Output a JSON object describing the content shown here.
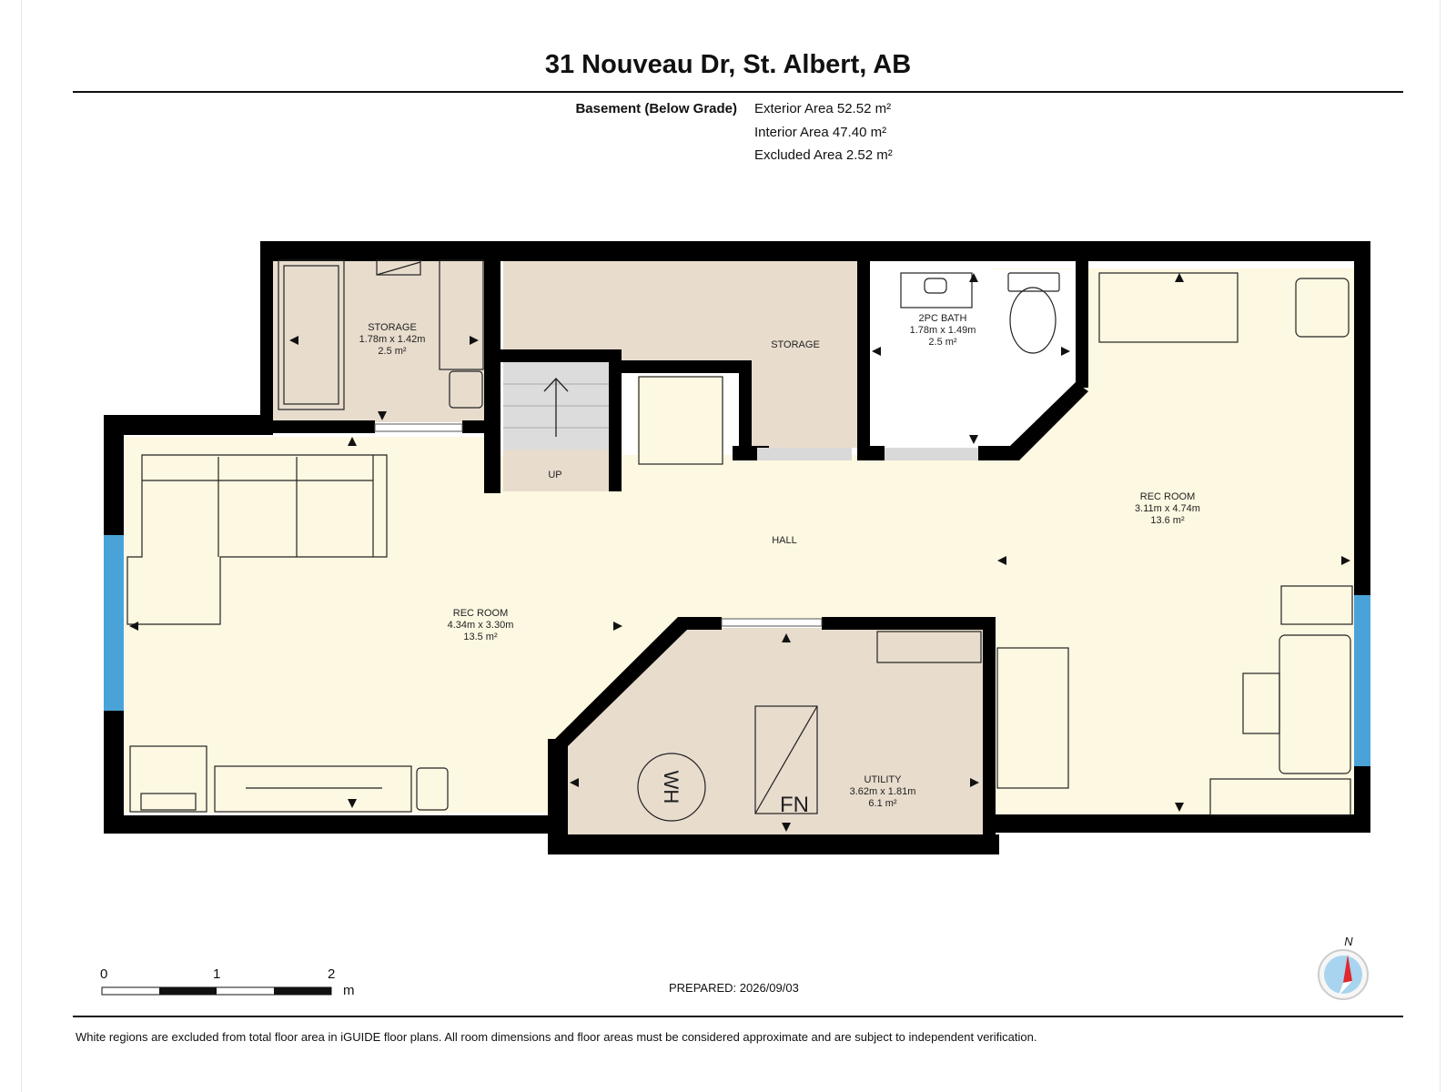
{
  "header": {
    "title": "31 Nouveau Dr, St. Albert, AB"
  },
  "summary": {
    "level": "Basement (Below Grade)",
    "exterior_area": "Exterior Area 52.52 m²",
    "interior_area": "Interior Area 47.40 m²",
    "excluded_area": "Excluded Area 2.52 m²"
  },
  "rooms": {
    "storage_small": {
      "name": "STORAGE",
      "dims": "1.78m x 1.42m",
      "area": "2.5 m²"
    },
    "storage_large": {
      "name": "STORAGE"
    },
    "bath": {
      "name": "2PC BATH",
      "dims": "1.78m x 1.49m",
      "area": "2.5 m²"
    },
    "rec_room_right": {
      "name": "REC ROOM",
      "dims": "3.11m x 4.74m",
      "area": "13.6 m²"
    },
    "rec_room_left": {
      "name": "REC ROOM",
      "dims": "4.34m x 3.30m",
      "area": "13.5 m²"
    },
    "hall": {
      "name": "HALL"
    },
    "stairs": {
      "name": "UP"
    },
    "utility": {
      "name": "UTILITY",
      "dims": "3.62m x 1.81m",
      "area": "6.1 m²"
    },
    "water_heater": "WH",
    "furnace": "FN"
  },
  "colors": {
    "wall": "#000000",
    "finished_area": "#fdf8e1",
    "unfinished_area": "#e8dccd",
    "stairs": "#dcdcdc",
    "window": "#4aa3d8",
    "compass_red": "#e0282e",
    "compass_blue": "#a8d4ef"
  },
  "scale_bar": {
    "labels": [
      "0",
      "1",
      "2"
    ],
    "unit": "m"
  },
  "compass": {
    "label": "N"
  },
  "footer": {
    "prepared": "PREPARED: 2026/09/03",
    "disclaimer": "White regions are excluded from total floor area in iGUIDE floor plans. All room dimensions and floor areas must be considered approximate and are subject to independent verification."
  }
}
